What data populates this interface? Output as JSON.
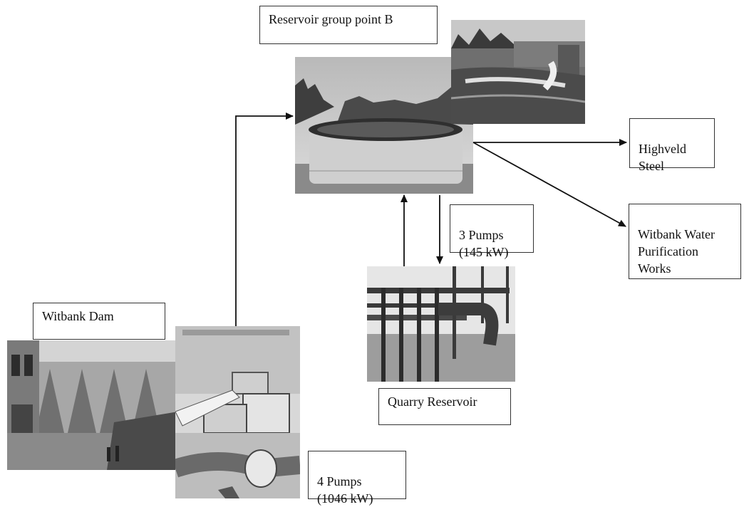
{
  "diagram": {
    "labels": {
      "reservoir_group_b": "Reservoir group point B",
      "highveld_steel": "Highveld\nSteel",
      "witbank_water_purification": "Witbank Water\nPurification\nWorks",
      "pumps_3": "3 Pumps\n(145 kW)",
      "quarry_reservoir": "Quarry Reservoir",
      "witbank_dam": "Witbank Dam",
      "pumps_4": "4 Pumps\n(1046 kW)"
    },
    "photos": [
      {
        "name": "reservoir-tank-photo",
        "depicts": "round concrete reservoir tank"
      },
      {
        "name": "reservoir-outflow-photo",
        "depicts": "water outflow channel"
      },
      {
        "name": "quarry-reservoir-photo",
        "depicts": "quarry reservoir pipe structure"
      },
      {
        "name": "witbank-dam-photo",
        "depicts": "dam wall"
      },
      {
        "name": "pump-station-photo",
        "depicts": "pump station machinery"
      }
    ],
    "colors": {
      "arrow": "#111111",
      "box_border": "#333333"
    }
  }
}
